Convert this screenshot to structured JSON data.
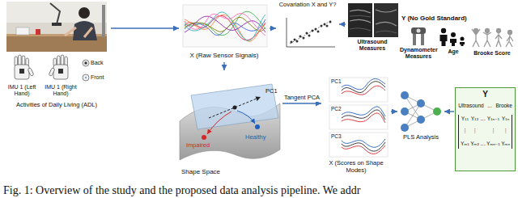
{
  "diagram": {
    "caption": "Fig. 1: Overview of the study and the proposed data analysis pipeline. We addr",
    "nodes": [
      {
        "text": [
          "Activities of Daily Living (ADL)"
        ]
      },
      {
        "text": [
          "X (Raw Sensor Signals)"
        ]
      },
      {
        "text": [
          "Covariation X and Y?"
        ]
      },
      {
        "text": [
          "Y (No Gold Standard)"
        ]
      },
      {
        "text": [
          "Ultrasound Measures"
        ],
        "in": 3
      },
      {
        "text": [
          "Dynamometer Measures"
        ],
        "in": 3
      },
      {
        "text": [
          "Age"
        ],
        "in": 3
      },
      {
        "text": [
          "Brooke Score"
        ],
        "in": 3
      },
      {
        "text": [
          "Shape Space"
        ]
      },
      {
        "text": [
          "X (Scores on Shape Modes)"
        ]
      },
      {
        "text": [
          "PLS Analysis"
        ]
      },
      {
        "text": [
          "Y"
        ]
      }
    ],
    "edges": [
      {
        "from": 0,
        "to": 1,
        "arrow": "to"
      },
      {
        "from": 1,
        "to": 2,
        "arrow": "to"
      },
      {
        "from": 3,
        "to": 2,
        "arrow": "to"
      },
      {
        "from": 1,
        "to": 8,
        "arrow": "to"
      },
      {
        "from": 8,
        "to": 9,
        "label": "Tangent PCA",
        "arrow": "to"
      },
      {
        "from": 9,
        "to": 10,
        "arrow": "to"
      },
      {
        "from": 11,
        "to": 10,
        "arrow": "to"
      }
    ],
    "labels": [
      "IMU 1 (Left Hand)",
      "IMU 1 (Right Hand)",
      "Back",
      "Front",
      "PC1",
      "Impaired",
      "Healthy",
      "PC1",
      "PC2",
      "PC3",
      "Ultrasound",
      "...",
      "Brooke",
      "Y₁₁",
      "Y₁₂",
      "...",
      "Y₁ₙ₋₁",
      "Y₁ₙ",
      "⋮",
      "⋮",
      "⋮",
      "⋮",
      "Yₘ₁",
      "Yₘ₂",
      "...",
      "Yₘₙ₋₁",
      "Yₘₙ"
    ]
  }
}
